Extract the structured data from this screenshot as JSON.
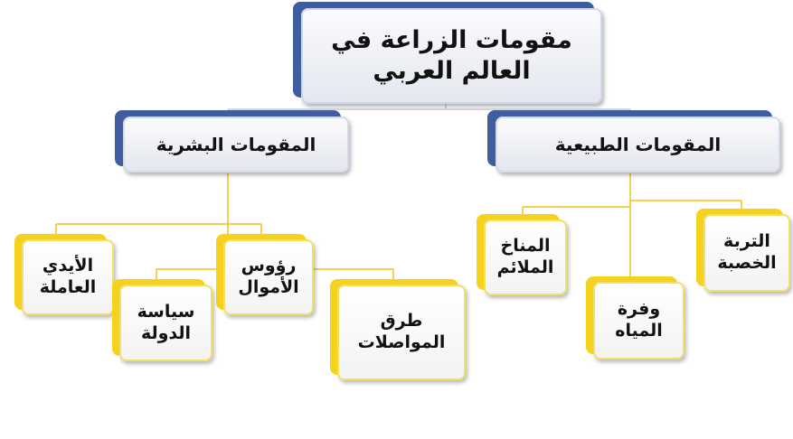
{
  "diagram": {
    "root": {
      "label": "مقومات الزراعة في\nالعالم العربي"
    },
    "categories": {
      "human": {
        "label": "المقومات البشرية",
        "children": {
          "capital": "رؤوس\nالأموال",
          "labor": "الأيدي\nالعاملة",
          "policy": "سياسة\nالدولة",
          "transport": "طرق\nالمواصلات"
        }
      },
      "natural": {
        "label": "المقومات الطبيعية",
        "children": {
          "climate": "المناخ\nالملائم",
          "water": "وفرة\nالمياه",
          "soil": "التربة\nالخصبة"
        }
      }
    }
  },
  "colors": {
    "header_accent": "#3f5e9f",
    "leaf_accent": "#f5d21e",
    "connector_gray": "#cccccc",
    "connector_yellow": "#f0c419"
  }
}
